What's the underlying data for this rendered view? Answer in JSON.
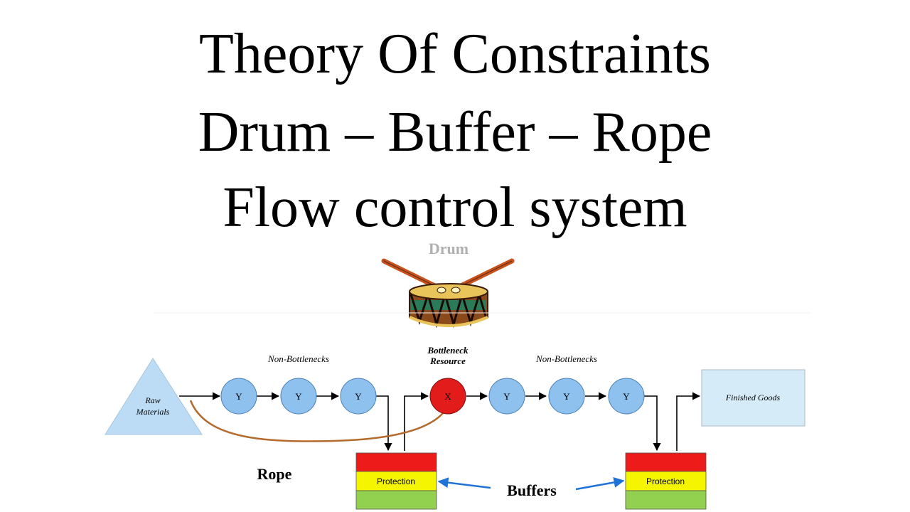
{
  "title": {
    "line1": "Theory Of Constraints",
    "line2": "Drum – Buffer – Rope",
    "line3": "Flow control system"
  },
  "diagram": {
    "drum_label": "Drum",
    "raw_materials": [
      "Raw",
      "Materials"
    ],
    "non_bottlenecks_left": "Non-Bottlenecks",
    "non_bottlenecks_right": "Non-Bottlenecks",
    "bottleneck_label": [
      "Bottleneck",
      "Resource"
    ],
    "node_y": "Y",
    "node_x": "X",
    "finished_goods": "Finished Goods",
    "rope": "Rope",
    "buffers": "Buffers",
    "protection": "Protection"
  },
  "colors": {
    "node_fill": "#8fc1ee",
    "bottleneck_fill": "#e21b1b",
    "rope": "#b56a2d",
    "buffer_red": "#ee1b1b",
    "buffer_yellow": "#f5f500",
    "buffer_green": "#92d050",
    "arrow_blue": "#1e73d8",
    "box_fill": "#d5ebf8"
  }
}
